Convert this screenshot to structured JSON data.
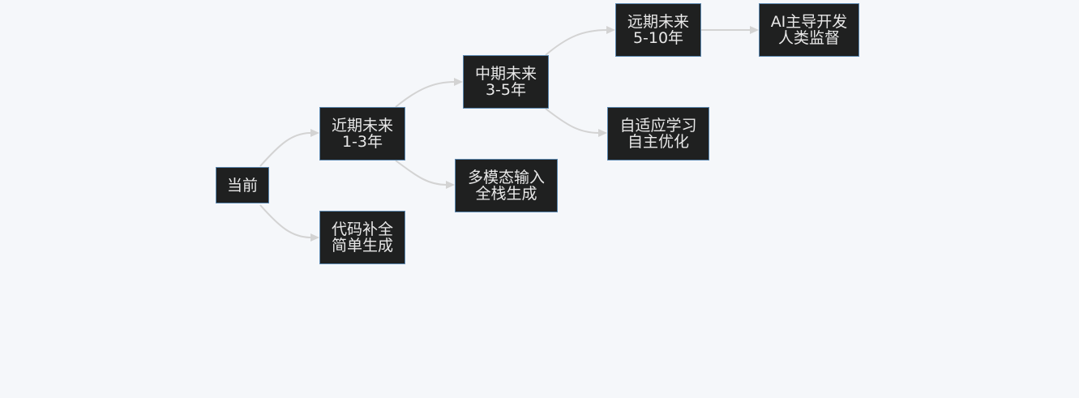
{
  "colors": {
    "background": "#f5f7fa",
    "node_fill": "#1f2020",
    "node_border": "#5b88b0",
    "node_text": "#e8e8e8",
    "edge": "#d3d3d3"
  },
  "nodes": {
    "current": {
      "lines": [
        "当前"
      ]
    },
    "near_future": {
      "lines": [
        "近期未来",
        "1-3年"
      ]
    },
    "code_completion": {
      "lines": [
        "代码补全",
        "简单生成"
      ]
    },
    "mid_future": {
      "lines": [
        "中期未来",
        "3-5年"
      ]
    },
    "multimodal": {
      "lines": [
        "多模态输入",
        "全栈生成"
      ]
    },
    "far_future": {
      "lines": [
        "远期未来",
        "5-10年"
      ]
    },
    "adaptive_learning": {
      "lines": [
        "自适应学习",
        "自主优化"
      ]
    },
    "ai_led": {
      "lines": [
        "AI主导开发",
        "人类监督"
      ]
    }
  },
  "edges": [
    {
      "from": "current",
      "to": "near_future"
    },
    {
      "from": "current",
      "to": "code_completion"
    },
    {
      "from": "near_future",
      "to": "mid_future"
    },
    {
      "from": "near_future",
      "to": "multimodal"
    },
    {
      "from": "mid_future",
      "to": "far_future"
    },
    {
      "from": "mid_future",
      "to": "adaptive_learning"
    },
    {
      "from": "far_future",
      "to": "ai_led"
    }
  ]
}
